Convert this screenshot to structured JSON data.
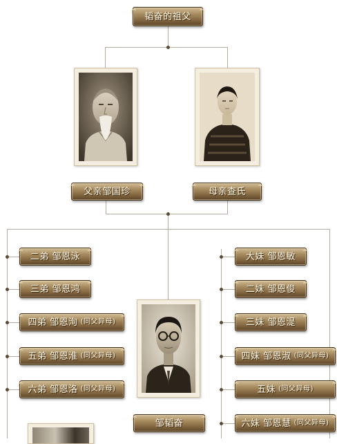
{
  "title": "韬奋的祖父",
  "father": "父亲邹国珍",
  "mother": "母亲查氏",
  "self": "邹韬奋",
  "half_note": "(同父异母)",
  "brothers": [
    {
      "label": "二弟 邹恩泳",
      "half": false
    },
    {
      "label": "三弟 邹恩鸿",
      "half": false
    },
    {
      "label": "四弟 邹恩洵",
      "half": true
    },
    {
      "label": "五弟 邹恩淮",
      "half": true
    },
    {
      "label": "六弟 邹恩洛",
      "half": true
    }
  ],
  "sisters": [
    {
      "label": "大妹 邹恩敏",
      "half": false
    },
    {
      "label": "二妹 邹恩俊",
      "half": false
    },
    {
      "label": "三妹 邹恩湜",
      "half": false
    },
    {
      "label": "四妹 邹恩淑",
      "half": true
    },
    {
      "label": "五妹",
      "half": true
    },
    {
      "label": "六妹 邹恩慧",
      "half": true
    }
  ],
  "colors": {
    "plaque": "#836741",
    "line": "#b4ab9c",
    "frame": "#f4eee1"
  }
}
